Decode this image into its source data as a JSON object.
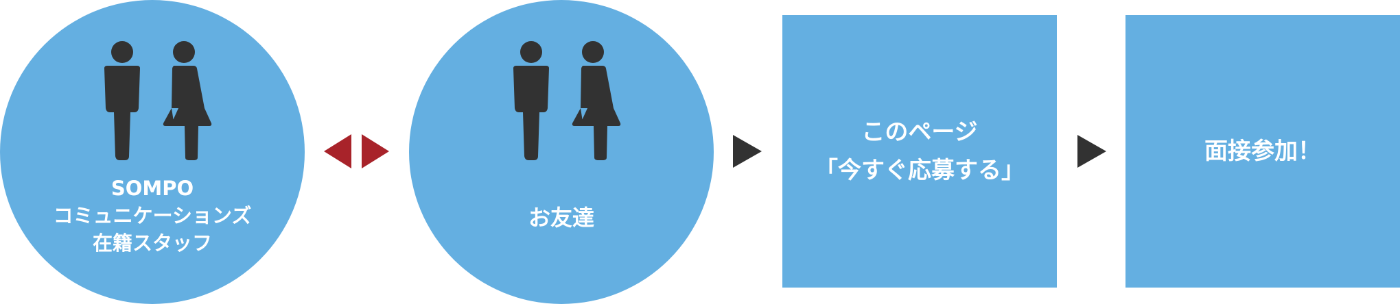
{
  "step1": {
    "lines": [
      "SOMPO",
      "コミュニケーションズ",
      "在籍スタッフ"
    ]
  },
  "step2": {
    "label": "お友達"
  },
  "step3": {
    "lines": [
      "このページ",
      "「今すぐ応募する」"
    ]
  },
  "step4": {
    "label": "面接参加！"
  },
  "icons": {
    "people": "male-female-people-icon",
    "double_arrow": "bidirectional-arrow-icon",
    "arrow": "right-arrow-icon"
  },
  "colors": {
    "step_fill": "#64afe1",
    "figure": "#323232",
    "double_arrow": "#a8232a",
    "arrow": "#323232",
    "text": "#ffffff"
  }
}
